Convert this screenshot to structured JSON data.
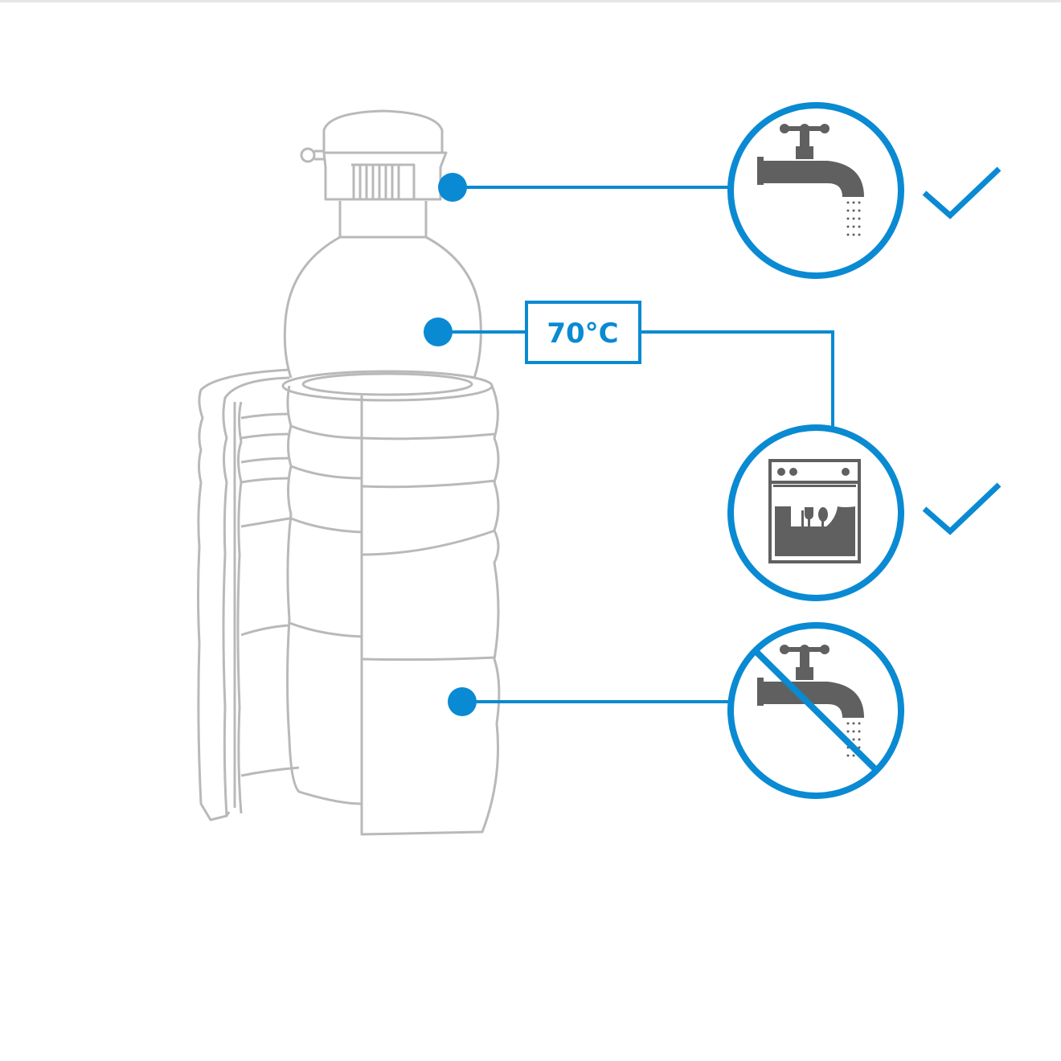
{
  "temperature_label": "70°C",
  "colors": {
    "accent": "#0a8ad2",
    "outline": "#b9b9b9",
    "icon": "#606060"
  },
  "callouts": [
    {
      "part": "cap",
      "icon": "tap-water-icon",
      "status": "check-icon"
    },
    {
      "part": "bottle",
      "icon": "dishwasher-icon",
      "status": "check-icon"
    },
    {
      "part": "sleeve",
      "icon": "no-tap-water-icon",
      "status": "none"
    }
  ]
}
